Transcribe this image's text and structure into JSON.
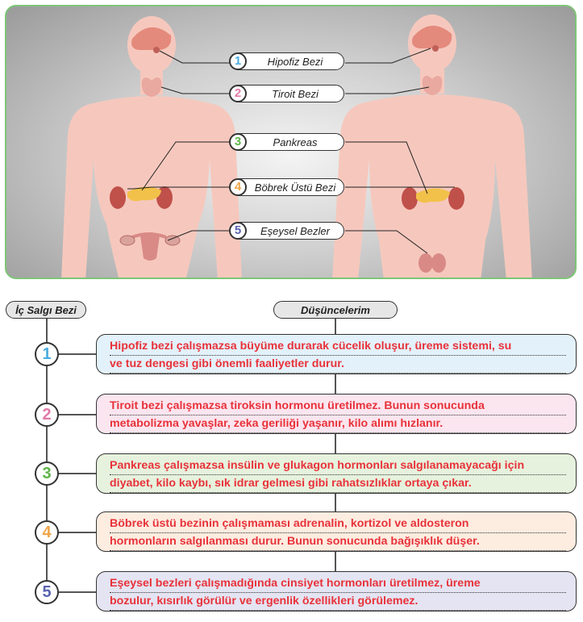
{
  "glands": [
    {
      "num": "1",
      "label": "Hipofiz Bezi",
      "color": "#4aaee0"
    },
    {
      "num": "2",
      "label": "Tiroit Bezi",
      "color": "#e27aa8"
    },
    {
      "num": "3",
      "label": "Pankreas",
      "color": "#5fb548"
    },
    {
      "num": "4",
      "label": "Böbrek Üstü Bezi",
      "color": "#f0a54a"
    },
    {
      "num": "5",
      "label": "Eşeysel Bezler",
      "color": "#5a63b0"
    }
  ],
  "headers": {
    "left": "İç Salgı Bezi",
    "right": "Düşüncelerim"
  },
  "thoughts": [
    {
      "num": "1",
      "line1": "Hipofiz bezi çalışmazsa büyüme durarak cücelik oluşur, üreme sistemi, su",
      "line2": "ve tuz dengesi gibi önemli faaliyetler durur.",
      "bg": "#e3f1fb"
    },
    {
      "num": "2",
      "line1": "Tiroit bezi çalışmazsa tiroksin hormonu üretilmez. Bunun sonucunda",
      "line2": "metabolizma yavaşlar, zeka geriliği yaşanır, kilo alımı hızlanır.",
      "bg": "#fbe5ef"
    },
    {
      "num": "3",
      "line1": "Pankreas çalışmazsa insülin ve glukagon hormonları salgılanamayacağı için",
      "line2": "diyabet, kilo kaybı, sık idrar gelmesi gibi rahatsızlıklar ortaya çıkar.",
      "bg": "#e6f2dd"
    },
    {
      "num": "4",
      "line1": "Böbrek üstü bezinin çalışmaması adrenalin, kortizol ve aldosteron",
      "line2": "hormonların salgılanması durur. Bunun sonucunda bağışıklık düşer.",
      "bg": "#fdece0"
    },
    {
      "num": "5",
      "line1": "Eşeysel bezleri çalışmadığında cinsiyet hormonları üretilmez, üreme",
      "line2": "bozulur, kısırlık görülür ve ergenlik özellikleri görülemez.",
      "bg": "#e4e4f2"
    }
  ]
}
